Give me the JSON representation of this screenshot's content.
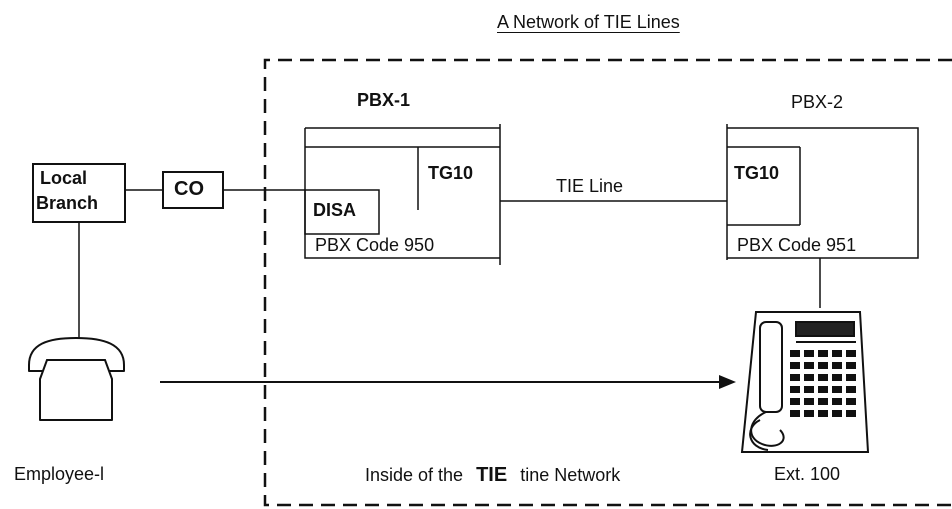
{
  "diagram": {
    "title": "A Network of TIE Lines",
    "local_branch": [
      "Local",
      "Branch"
    ],
    "co": "CO",
    "pbx1": {
      "name": "PBX-1",
      "disa": "DISA",
      "tg": "TG10",
      "code": "PBX Code 950"
    },
    "tie_line": "TIE Line",
    "pbx2": {
      "name": "PBX-2",
      "tg": "TG10",
      "code": "PBX Code 951"
    },
    "employee": "Employee-l",
    "inside_caption": {
      "prefix": "Inside of the",
      "emph": "TIE",
      "suffix": "tine Network"
    },
    "extension": "Ext. 100"
  }
}
